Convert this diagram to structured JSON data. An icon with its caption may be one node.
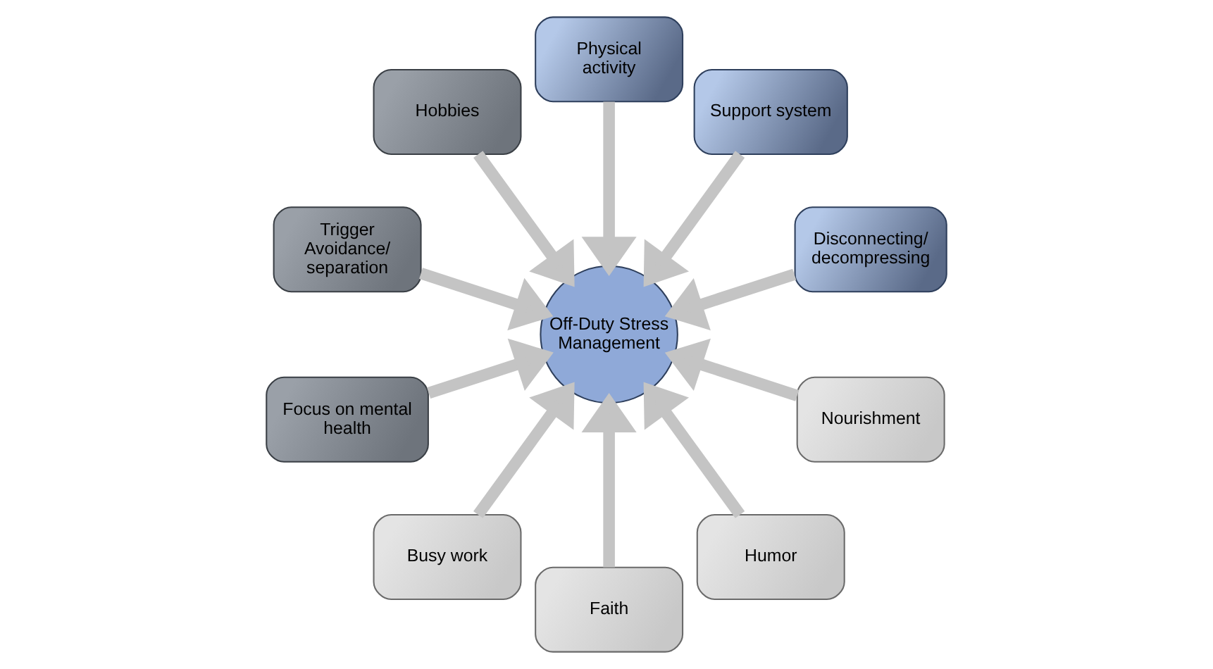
{
  "diagram": {
    "nodes": [
      {
        "text": [
          "Disconnecting/ decompressing"
        ]
      },
      {
        "text": [
          "Support system"
        ]
      },
      {
        "text": [
          "Physical activity"
        ]
      },
      {
        "text": [
          "Hobbies"
        ]
      },
      {
        "text": [
          "Trigger Avoidance/ separation"
        ]
      },
      {
        "text": [
          "Focus on mental health"
        ]
      },
      {
        "text": [
          "Busy work"
        ]
      },
      {
        "text": [
          "Faith"
        ]
      },
      {
        "text": [
          "Humor"
        ]
      },
      {
        "text": [
          "Nourishment"
        ]
      },
      {
        "text": [
          "Off-Duty Stress Management"
        ]
      }
    ],
    "edges": [
      {
        "from": 0,
        "to": 10,
        "arrow": "to"
      },
      {
        "from": 1,
        "to": 10,
        "arrow": "to"
      },
      {
        "from": 2,
        "to": 10,
        "arrow": "to"
      },
      {
        "from": 3,
        "to": 10,
        "arrow": "to"
      },
      {
        "from": 4,
        "to": 10,
        "arrow": "to"
      },
      {
        "from": 5,
        "to": 10,
        "arrow": "to"
      },
      {
        "from": 6,
        "to": 10,
        "arrow": "to"
      },
      {
        "from": 7,
        "to": 10,
        "arrow": "to"
      },
      {
        "from": 8,
        "to": 10,
        "arrow": "to"
      },
      {
        "from": 9,
        "to": 10,
        "arrow": "to"
      }
    ]
  }
}
